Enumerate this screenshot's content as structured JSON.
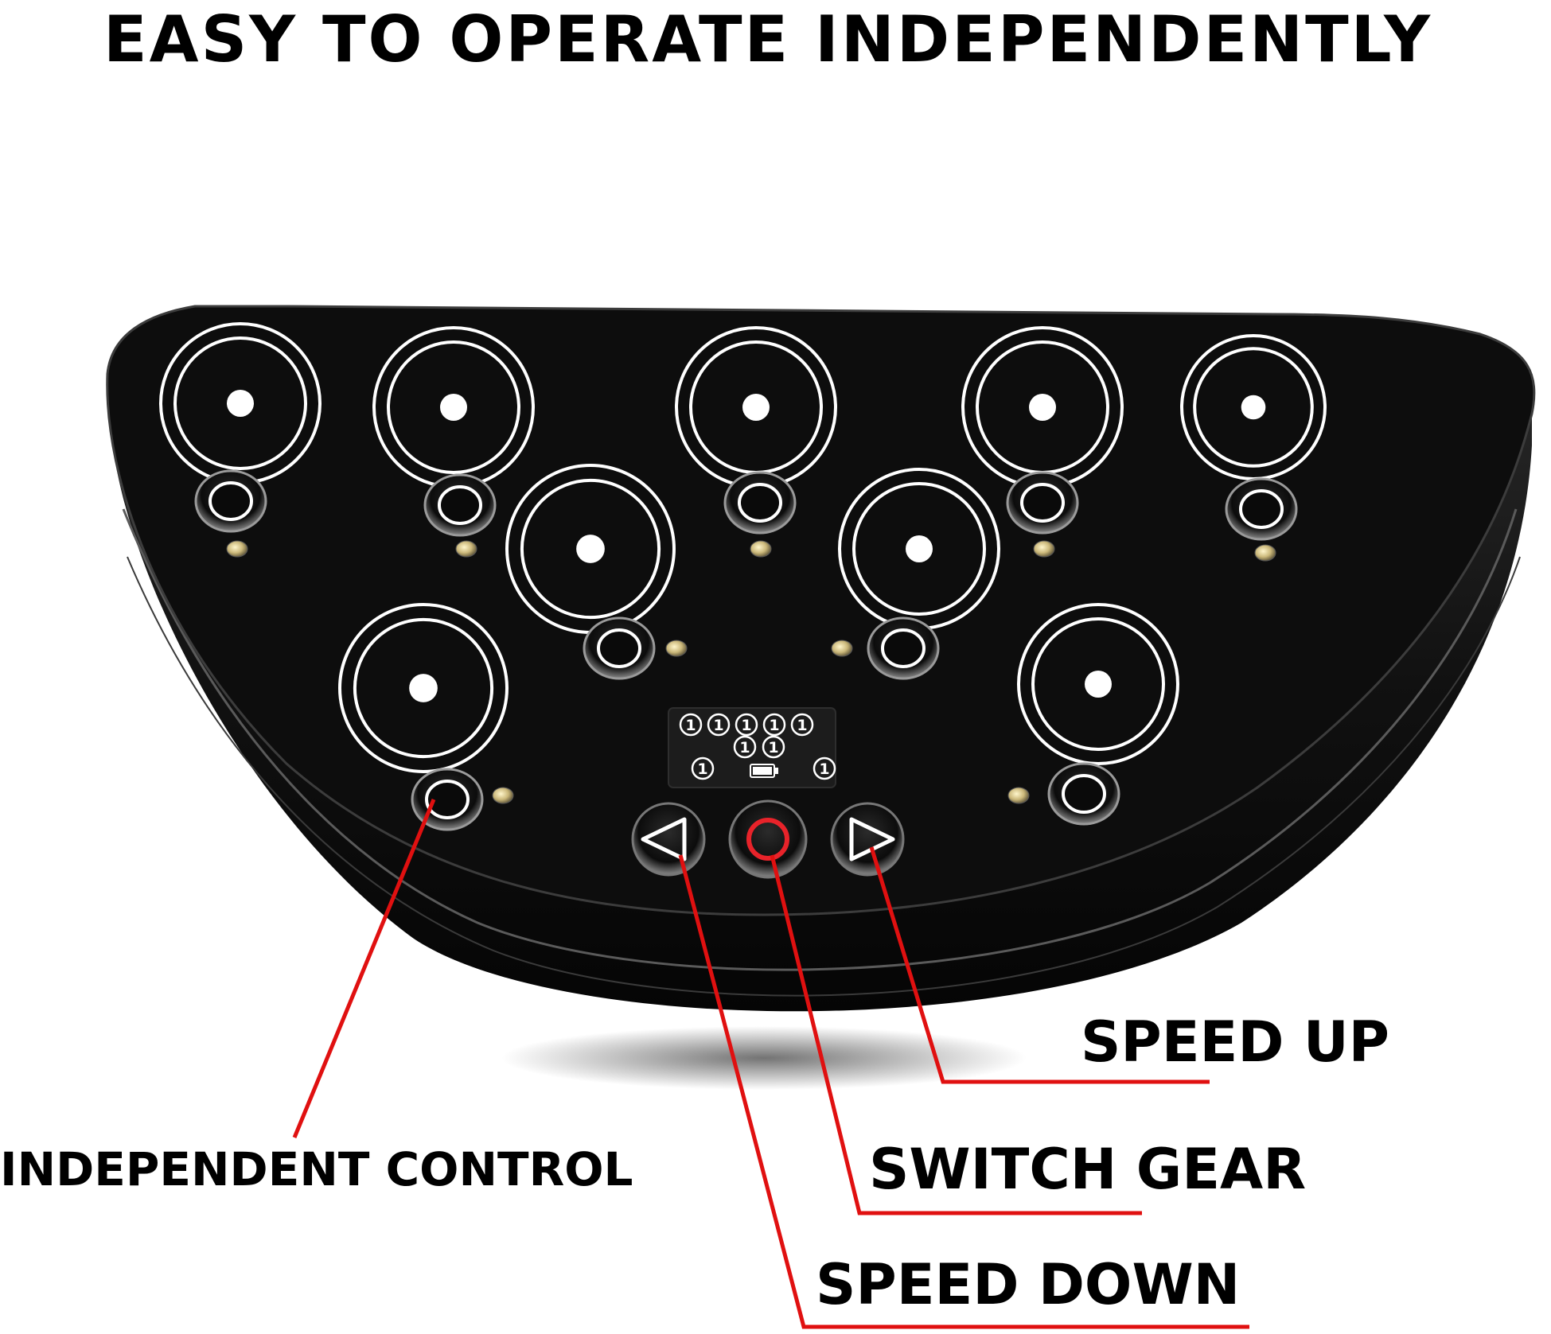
{
  "page_title": "EASY TO OPERATE INDEPENDENTLY",
  "labels": {
    "speed_up": "SPEED UP",
    "switch_gear": "SWITCH GEAR",
    "speed_down": "SPEED DOWN",
    "independent_control": "INDEPENDENT CONTROL"
  },
  "display": {
    "gear_digit": "1"
  },
  "colors": {
    "device_body": "#0d0d0d",
    "callout_line": "#e01010",
    "switch_ring": "#e8232a",
    "led": "#d8c78a"
  },
  "icons": {
    "speed_down_button": "triangle-left-icon",
    "switch_gear_button": "ring-icon",
    "speed_up_button": "triangle-right-icon",
    "display_battery": "battery-icon"
  }
}
